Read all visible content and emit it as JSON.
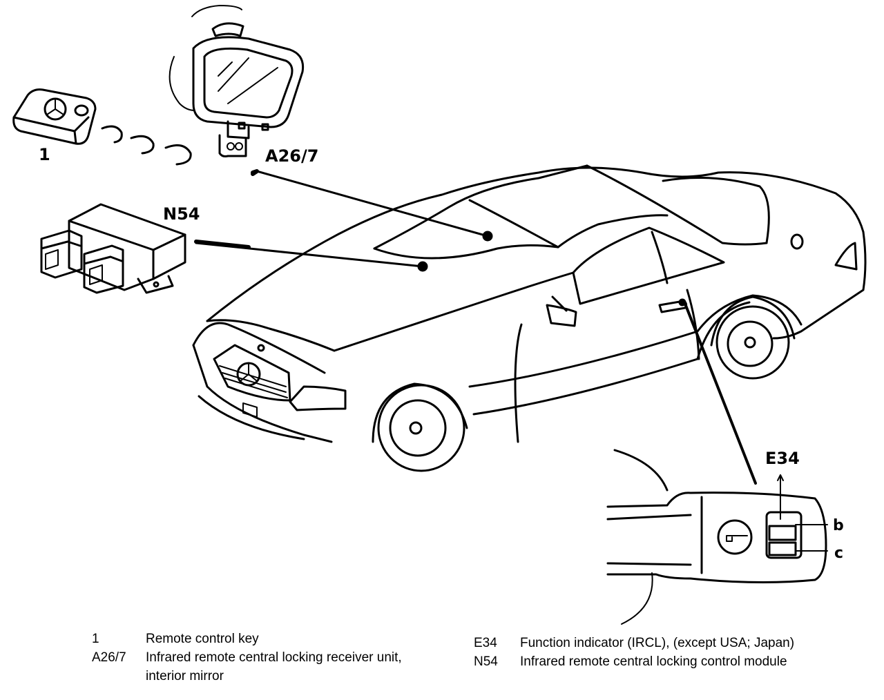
{
  "callouts": {
    "remote_key": "1",
    "receiver": "A26/7",
    "control_module": "N54",
    "function_indicator": "E34",
    "detail_b": "b",
    "detail_c": "c"
  },
  "legend": {
    "left": [
      {
        "code": "1",
        "lines": [
          "Remote control key"
        ]
      },
      {
        "code": "A26/7",
        "lines": [
          "Infrared remote central locking receiver unit,",
          "interior mirror"
        ]
      }
    ],
    "right": [
      {
        "code": "E34",
        "lines": [
          "Function indicator (IRCL), (except USA; Japan)"
        ]
      },
      {
        "code": "N54",
        "lines": [
          "Infrared remote central locking control module"
        ]
      }
    ]
  }
}
